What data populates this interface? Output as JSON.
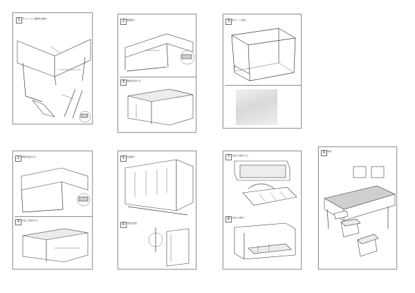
{
  "colors": {
    "paper": "#ffffff",
    "border": "#9a9a9a",
    "line": "#3a3a3a",
    "shade": "#cfcfcf"
  },
  "pages": [
    {
      "steps": [
        {
          "number": "1",
          "title": "背フレームと脚部を仮組み"
        },
        {
          "number": "",
          "title": ""
        }
      ]
    },
    {
      "steps": [
        {
          "number": "2",
          "title": "幕板取付"
        },
        {
          "number": "3",
          "title": "幕板を取付ける"
        }
      ]
    },
    {
      "steps": [
        {
          "number": "3",
          "title": "横フレーム取付"
        }
      ]
    },
    {
      "steps": [
        {
          "number": "2",
          "title": "幕板を取付ける"
        },
        {
          "number": "4",
          "title": "引出しを取付ける"
        }
      ]
    },
    {
      "steps": [
        {
          "number": "5",
          "title": "天板取付"
        },
        {
          "number": "6",
          "title": "天板を固定"
        }
      ]
    },
    {
      "steps": [
        {
          "number": "7",
          "title": "引出しを組立てる"
        },
        {
          "number": "8",
          "title": "引出しを取付"
        }
      ]
    },
    {
      "steps": [
        {
          "number": "9",
          "title": "完成"
        }
      ]
    }
  ]
}
